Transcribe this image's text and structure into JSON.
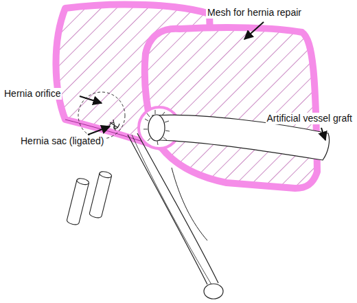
{
  "diagram": {
    "labels": [
      "Mesh for hernia repair",
      "Hernia orifice",
      "Hernia sac (ligated)",
      "Artificial vessel graft"
    ]
  }
}
